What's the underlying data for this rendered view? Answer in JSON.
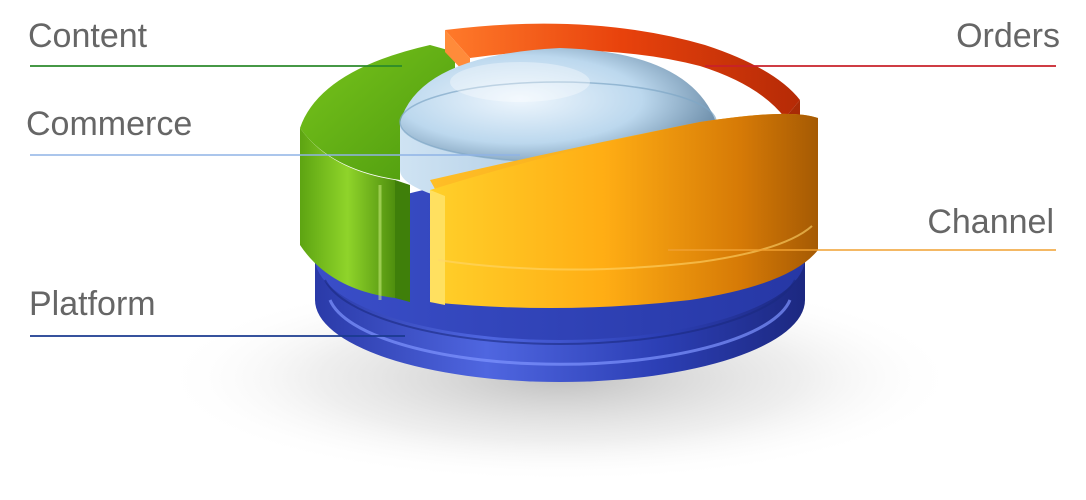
{
  "diagram": {
    "segments": [
      {
        "key": "content",
        "label": "Content",
        "color": "#5faa12"
      },
      {
        "key": "orders",
        "label": "Orders",
        "color": "#e8420c"
      },
      {
        "key": "commerce",
        "label": "Commerce",
        "color": "#b7d6ef"
      },
      {
        "key": "channel",
        "label": "Channel",
        "color": "#f0a012"
      },
      {
        "key": "platform",
        "label": "Platform",
        "color": "#2b3fb0"
      }
    ],
    "leader_colors": {
      "content": "#2b8a2b",
      "orders": "#c8202a",
      "commerce": "#8fb3e6",
      "channel": "#f0a030",
      "platform": "#1a3a8f"
    }
  }
}
